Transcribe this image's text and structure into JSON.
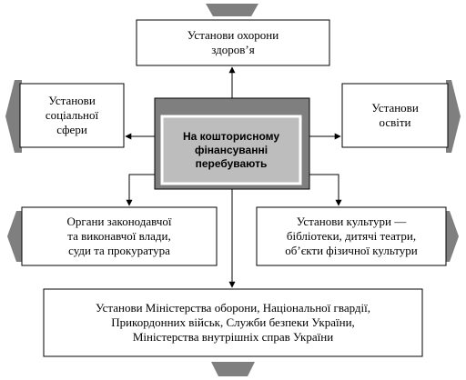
{
  "center": {
    "label": "На кошторисному\nфінансуванні\nперебувають"
  },
  "nodes": {
    "health": "Установи охорони\nздоров’я",
    "social": "Установи\nсоціальної\nсфери",
    "education": "Установи\nосвіти",
    "government": "Органи законодавчої\nта виконавчої влади,\nсуди та прокуратура",
    "culture": "Установи культури —\nбібліотеки, дитячі театри,\nоб’єкти фізичної культури",
    "defense": "Установи Міністерства оборони, Національної гвардії,\nПрикордонних військ, Служби безпеки України,\nМіністерства внутрішніх справ України"
  },
  "colors": {
    "tab": "#7f7f7f",
    "center_fill": "#bdbdbd",
    "border": "#000000"
  }
}
